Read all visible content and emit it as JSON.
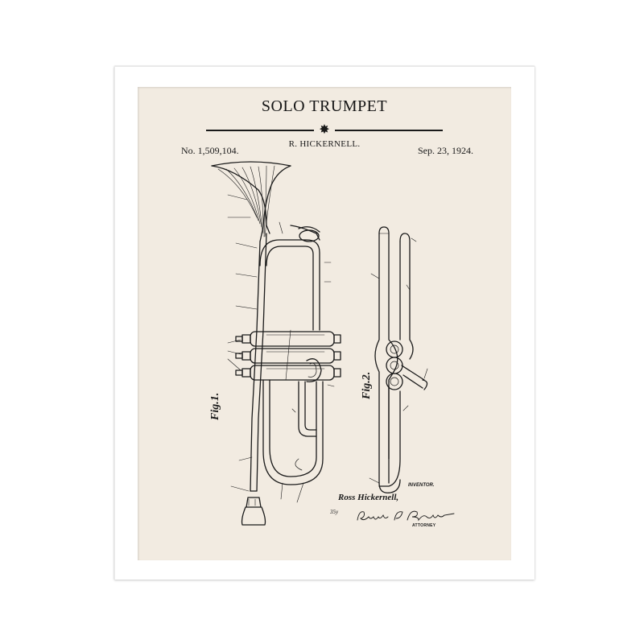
{
  "poster": {
    "title": "SOLO TRUMPET",
    "inventor_header": "R. HICKERNELL.",
    "patent_number": "No. 1,509,104.",
    "patent_date": "Sep. 23, 1924.",
    "figure_1_label": "Fig.1.",
    "figure_2_label": "Fig.2.",
    "inventor_caption": "INVENTOR.",
    "inventor_name": "Ross Hickernell,",
    "reference_code": "35y",
    "attorney_caption": "ATTORNEY",
    "attorney_signature": "Eugene E. Brown"
  },
  "colors": {
    "frame": "#ffffff",
    "mat": "#f2ebe1",
    "ink": "#1a1a1a"
  }
}
